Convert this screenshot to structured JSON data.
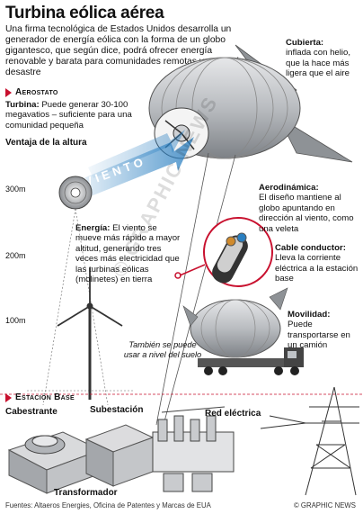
{
  "title": "Turbina eólica aérea",
  "intro": "Una firma tecnológica de Estados Unidos desarrolla un generador de energía eólica con la forma de un globo gigantesco, que según dice, podrá ofrecer energía renovable y barata para comunidades remotas y zonas de desastre",
  "sections": {
    "aerostato": "Aerostato",
    "estacion_base": "Estación Base"
  },
  "labels": {
    "turbina_head": "Turbina:",
    "turbina_body": "Puede generar 30-100 megavatios – suficiente para una comunidad pequeña",
    "ventaja": "Ventaja de la altura",
    "cubierta_head": "Cubierta:",
    "cubierta_body": "inflada con helio, que la hace más ligera que el aire",
    "aero_head": "Aerodinámica:",
    "aero_body": "El diseño mantiene al globo apuntando en dirección al viento, como una veleta",
    "cable_head": "Cable conductor:",
    "cable_body": "Lleva la corriente eléctrica a la estación base",
    "energia_head": "Energía:",
    "energia_body": "El viento se mueve más rápido a mayor altitud, generando tres veces más electricidad que las turbinas eólicas (molinetes) en tierra",
    "movilidad_head": "Movilidad:",
    "movilidad_body": "Puede transportarse en un camión",
    "tambien": "También se puede usar a nivel del suelo",
    "cabestrante": "Cabestrante",
    "subestacion": "Subestación",
    "red": "Red eléctrica",
    "transformador": "Transformador"
  },
  "altitudes": [
    "300m",
    "200m",
    "100m"
  ],
  "wind_word": "VIENTO",
  "watermark": "© GRAPHIC NEWS",
  "footer": {
    "sources": "Fuentes: Altaeros Energies, Oficina de Patentes y Marcas de EUA",
    "credit": "© GRAPHIC NEWS"
  },
  "colors": {
    "accent": "#c8102e",
    "wind": "#2a7fc1",
    "balloon": "#b9bcc0"
  }
}
